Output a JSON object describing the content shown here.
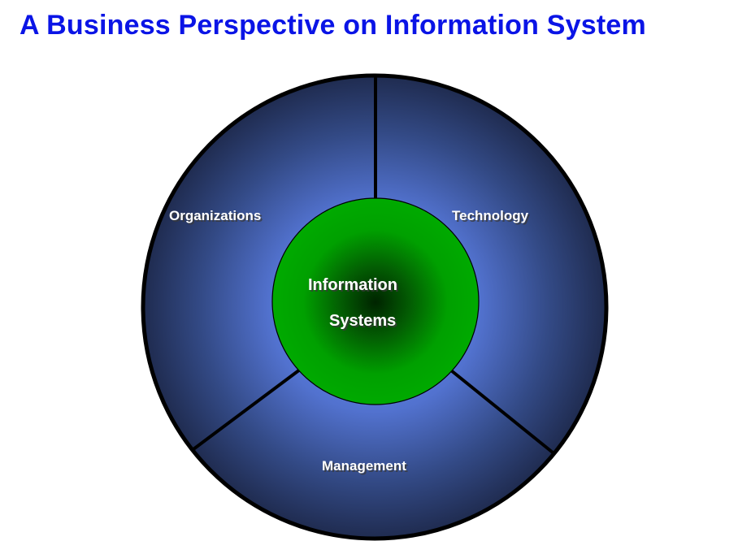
{
  "title": "A Business Perspective on Information System",
  "diagram": {
    "center": {
      "line1": "Information",
      "line2": "Systems"
    },
    "segments": [
      {
        "label": "Organizations"
      },
      {
        "label": "Technology"
      },
      {
        "label": "Management"
      }
    ]
  },
  "colors": {
    "title": "#0A14E6",
    "ring_light": "#5478D4",
    "ring_dark": "#1F2B4F",
    "core_green": "#00A800",
    "core_dark": "#002800",
    "outline": "#000000",
    "label_text": "#FFFFFF"
  }
}
